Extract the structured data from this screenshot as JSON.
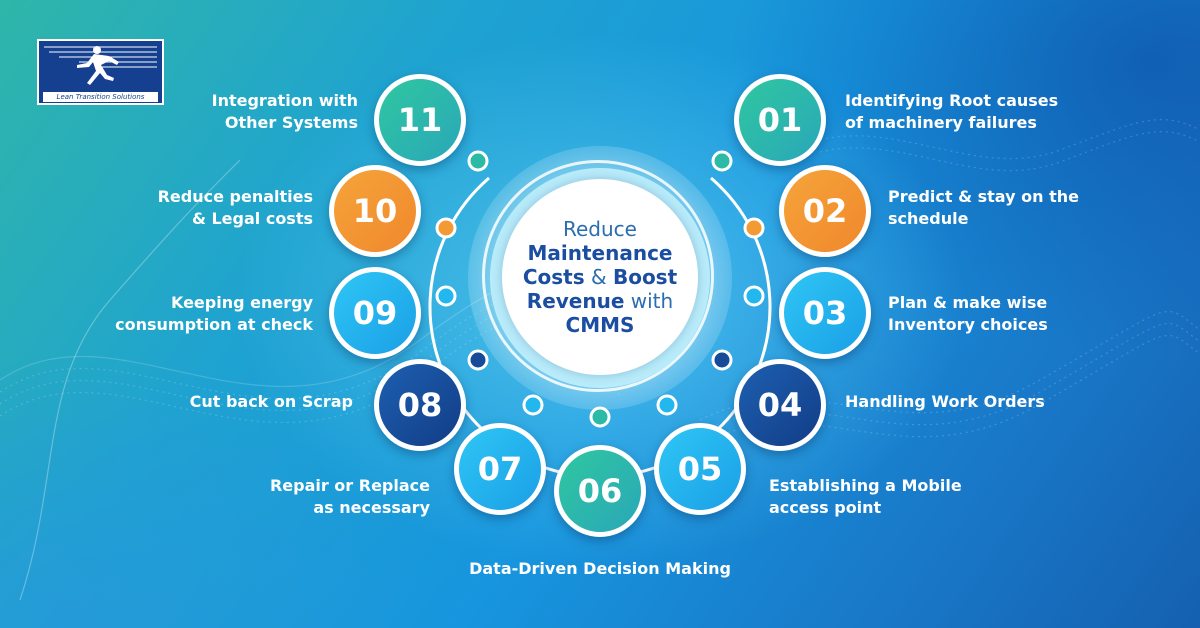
{
  "logo": {
    "text": "Lean Transition Solutions",
    "icon": "runner-icon"
  },
  "hub": {
    "line1": "Reduce",
    "line2": "Maintenance",
    "line3_bold": "Costs",
    "line3_amp": " & ",
    "line3_bold2": "Boost",
    "line4_bold": "Revenue",
    "line4_light": " with",
    "line5": "CMMS"
  },
  "colors": {
    "teal": "#2bbaa5",
    "orange": "#f39a34",
    "light_blue": "#22b7ef",
    "dark_blue": "#154b99",
    "connector_line": "#ffffff"
  },
  "steps": [
    {
      "number": "01",
      "line1": "Identifying Root causes",
      "line2": "of machinery failures",
      "color": "teal"
    },
    {
      "number": "02",
      "line1": "Predict & stay on the",
      "line2": "schedule",
      "color": "orange"
    },
    {
      "number": "03",
      "line1": "Plan & make wise",
      "line2": "Inventory choices",
      "color": "light_blue"
    },
    {
      "number": "04",
      "line1": "Handling Work Orders",
      "line2": "",
      "color": "dark_blue"
    },
    {
      "number": "05",
      "line1": "Establishing a Mobile",
      "line2": "access point",
      "color": "light_blue"
    },
    {
      "number": "06",
      "line1": "Data-Driven Decision Making",
      "line2": "",
      "color": "teal"
    },
    {
      "number": "07",
      "line1": "Repair or Replace",
      "line2": "as necessary",
      "color": "light_blue"
    },
    {
      "number": "08",
      "line1": "Cut back on Scrap",
      "line2": "",
      "color": "dark_blue"
    },
    {
      "number": "09",
      "line1": "Keeping energy",
      "line2": "consumption at check",
      "color": "light_blue"
    },
    {
      "number": "10",
      "line1": "Reduce penalties",
      "line2": "& Legal costs",
      "color": "orange"
    },
    {
      "number": "11",
      "line1": "Integration with",
      "line2": "Other Systems",
      "color": "teal"
    }
  ]
}
